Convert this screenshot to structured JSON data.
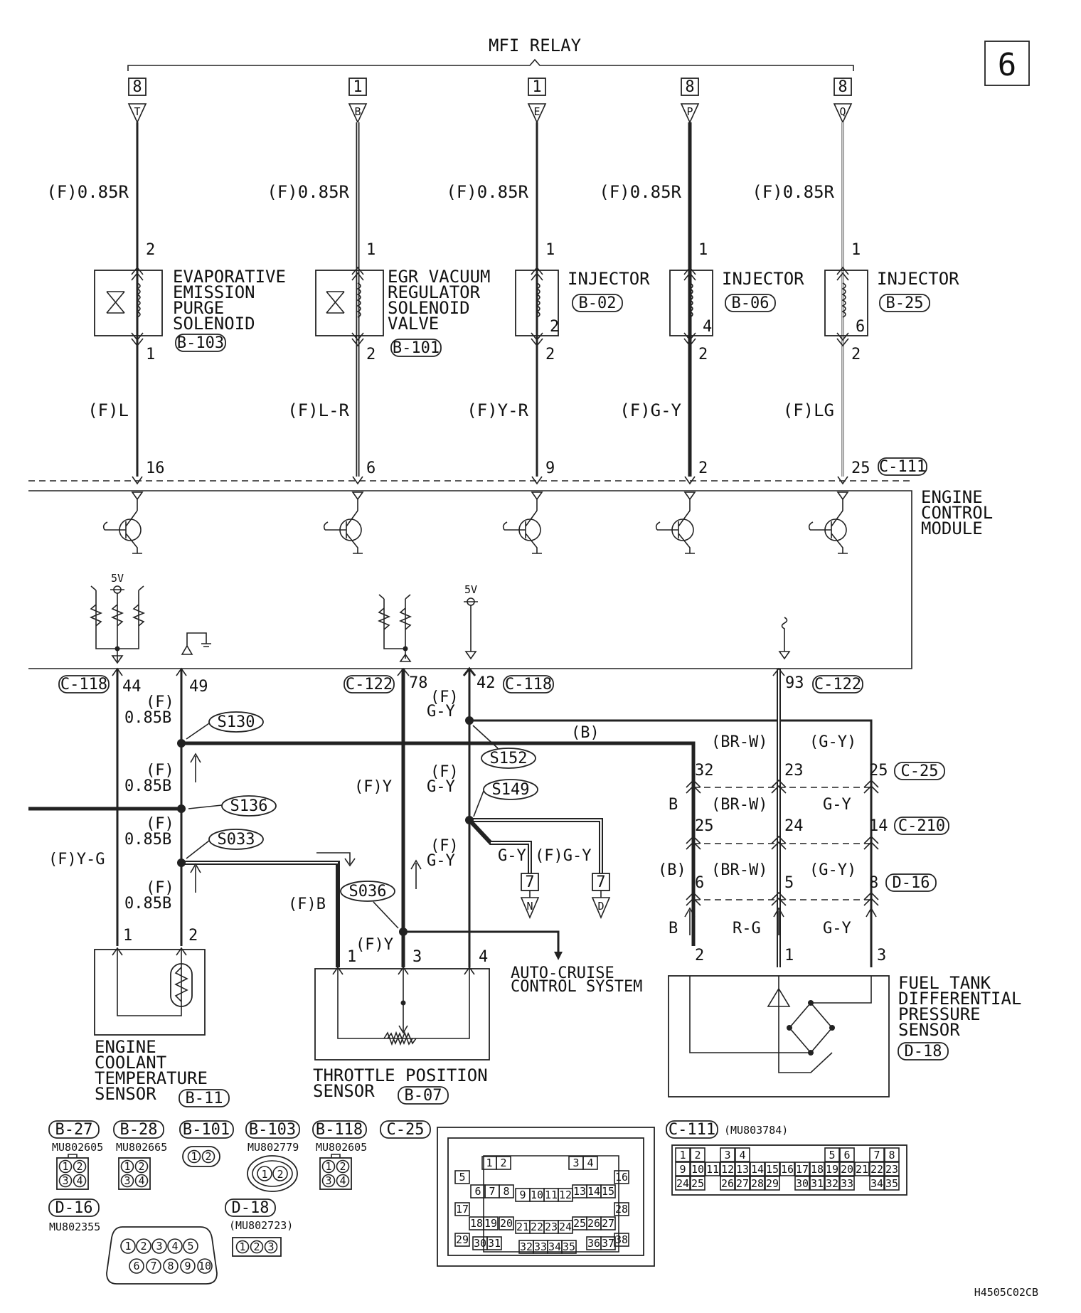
{
  "page_number": "6",
  "top_label": "MFI RELAY",
  "relay_pins": [
    {
      "num": "8",
      "letter": "T",
      "wire": "(F)0.85R",
      "in_pin": "2",
      "out_pin": "1",
      "wire_out": "(F)L",
      "ecm_pin": "16"
    },
    {
      "num": "1",
      "letter": "B",
      "wire": "(F)0.85R",
      "in_pin": "1",
      "out_pin": "2",
      "wire_out": "(F)L-R",
      "ecm_pin": "6"
    },
    {
      "num": "1",
      "letter": "E",
      "wire": "(F)0.85R",
      "in_pin": "1",
      "out_pin": "2",
      "wire_out": "(F)Y-R",
      "ecm_pin": "9"
    },
    {
      "num": "8",
      "letter": "P",
      "wire": "(F)0.85R",
      "in_pin": "1",
      "out_pin": "2",
      "wire_out": "(F)G-Y",
      "ecm_pin": "2"
    },
    {
      "num": "8",
      "letter": "Q",
      "wire": "(F)0.85R",
      "in_pin": "1",
      "out_pin": "2",
      "wire_out": "(F)LG",
      "ecm_pin": "25"
    }
  ],
  "components": {
    "evap": {
      "l1": "EVAPORATIVE",
      "l2": "EMISSION",
      "l3": "PURGE",
      "l4": "SOLENOID",
      "conn": "B-103"
    },
    "egr": {
      "l1": "EGR VACUUM",
      "l2": "REGULATOR",
      "l3": "SOLENOID",
      "l4": "VALVE",
      "conn": "B-101"
    },
    "inj1": {
      "label": "INJECTOR",
      "conn": "B-02",
      "inner": "2"
    },
    "inj2": {
      "label": "INJECTOR",
      "conn": "B-06",
      "inner": "4"
    },
    "inj3": {
      "label": "INJECTOR",
      "conn": "B-25",
      "inner": "6"
    },
    "ecm": {
      "l1": "ENGINE",
      "l2": "CONTROL",
      "l3": "MODULE",
      "conn_top": "C-111"
    },
    "ect": {
      "l1": "ENGINE",
      "l2": "COOLANT",
      "l3": "TEMPERATURE",
      "l4": "SENSOR",
      "conn": "B-11"
    },
    "tps": {
      "l1": "THROTTLE POSITION",
      "l2": "SENSOR",
      "conn": "B-07"
    },
    "ftdp": {
      "l1": "FUEL TANK",
      "l2": "DIFFERENTIAL",
      "l3": "PRESSURE",
      "l4": "SENSOR",
      "conn": "D-18"
    },
    "acc": {
      "l1": "AUTO-CRUISE",
      "l2": "CONTROL SYSTEM"
    }
  },
  "ecm_lower": {
    "v5a": "5V",
    "v5b": "5V",
    "c118a": "C-118",
    "pin44": "44",
    "pin49": "49",
    "c122a": "C-122",
    "pin78": "78",
    "pin42": "42",
    "c118b": "C-118",
    "pin93": "93",
    "c122b": "C-122"
  },
  "wires": {
    "f": "(F)",
    "b085": "0.85B",
    "gy": "G-Y",
    "fy": "(F)Y",
    "fyg": "(F)Y-G",
    "fb": "(F)B",
    "b_paren": "(B)",
    "brw_paren": "(BR-W)",
    "gy_paren": "(G-Y)",
    "b": "B",
    "brw": "(BR-W)",
    "gy2": "G-Y",
    "rg": "R-G",
    "fgy": "(F)G-Y"
  },
  "splices": {
    "s130": "S130",
    "s136": "S136",
    "s033": "S033",
    "s152": "S152",
    "s149": "S149",
    "s036": "S036"
  },
  "right_harness": {
    "p32": "32",
    "p23": "23",
    "p25": "25",
    "c25": "C-25",
    "p25b": "25",
    "p24": "24",
    "p14": "14",
    "c210": "C-210",
    "p6": "6",
    "p5": "5",
    "p8": "8",
    "d16": "D-16",
    "s2": "2",
    "s1": "1",
    "s3": "3"
  },
  "sensor_pins": {
    "ect1": "1",
    "ect2": "2",
    "tps1": "1",
    "tps3": "3",
    "tps4": "4"
  },
  "offpage": {
    "n_num": "7",
    "n_letter": "N",
    "d_num": "7",
    "d_letter": "D"
  },
  "connectors": {
    "b27": "B-27",
    "b27pn": "MU802605",
    "b28": "B-28",
    "b28pn": "MU802665",
    "b101": "B-101",
    "b103": "B-103",
    "b103pn": "MU802779",
    "b118": "B-118",
    "b118pn": "MU802605",
    "c25": "C-25",
    "c111": "C-111",
    "c111pn": "(MU803784)",
    "d16": "D-16",
    "d16pn": "MU802355",
    "d18": "D-18",
    "d18pn": "(MU802723)"
  },
  "c25_pins": [
    "1",
    "2",
    "3",
    "4",
    "5",
    "6",
    "7",
    "8",
    "9",
    "10",
    "11",
    "12",
    "13",
    "14",
    "15",
    "16",
    "17",
    "18",
    "19",
    "20",
    "21",
    "22",
    "23",
    "24",
    "25",
    "26",
    "27",
    "28",
    "29",
    "30",
    "31",
    "32",
    "33",
    "34",
    "35",
    "36",
    "37",
    "38"
  ],
  "c111_rows": [
    [
      "1",
      "2",
      "",
      "3",
      "4",
      "",
      "",
      "",
      "",
      "",
      "5",
      "6",
      "",
      "7",
      "8"
    ],
    [
      "9",
      "10",
      "11",
      "12",
      "13",
      "14",
      "15",
      "16",
      "17",
      "18",
      "19",
      "20",
      "21",
      "22",
      "23"
    ],
    [
      "24",
      "25",
      "",
      "26",
      "27",
      "28",
      "29",
      "",
      "30",
      "31",
      "32",
      "33",
      "",
      "34",
      "35"
    ]
  ],
  "four_pins": [
    "1",
    "2",
    "3",
    "4"
  ],
  "two_pins": [
    "1",
    "2"
  ],
  "three_pins": [
    "1",
    "2",
    "3"
  ],
  "d16_pins": [
    "1",
    "2",
    "3",
    "4",
    "5",
    "6",
    "7",
    "8",
    "9",
    "10"
  ],
  "footer_code": "H4505C02CB"
}
